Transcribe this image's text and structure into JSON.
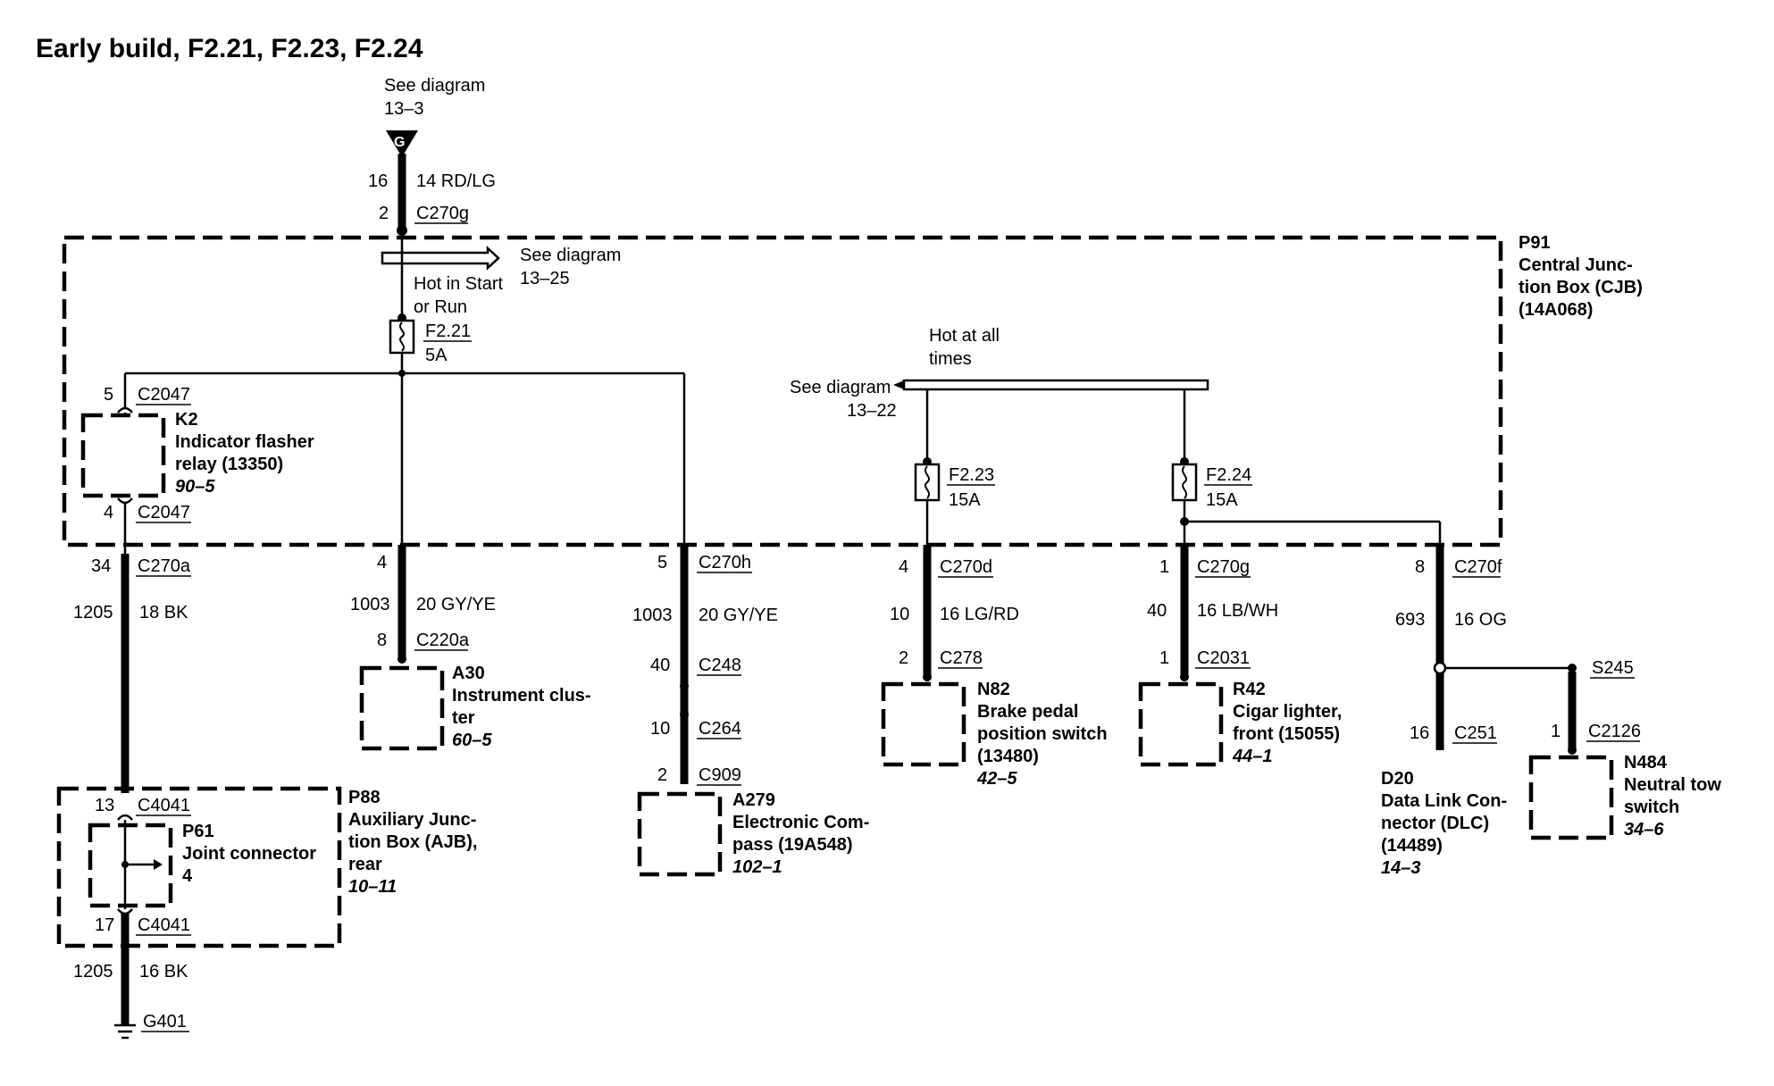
{
  "title": "Early build, F2.21, F2.23, F2.24",
  "top_source": {
    "see": "See diagram",
    "ref": "13–3",
    "symbol": "G",
    "pin": "16",
    "wire": "14 RD/LG",
    "conn_pin": "2",
    "conn": "C270g"
  },
  "cjb": {
    "id": "P91",
    "name1": "Central Junc-",
    "name2": "tion Box (CJB)",
    "part": "(14A068)"
  },
  "see_1325": {
    "see": "See diagram",
    "ref": "13–25"
  },
  "hot_start_run": {
    "l1": "Hot in Start",
    "l2": "or Run"
  },
  "fuse_221": {
    "id": "F2.21",
    "rating": "5A"
  },
  "hot_all": {
    "l1": "Hot at all",
    "l2": "times"
  },
  "see_1322": {
    "see": "See diagram",
    "ref": "13–22"
  },
  "fuse_223": {
    "id": "F2.23",
    "rating": "15A"
  },
  "fuse_224": {
    "id": "F2.24",
    "rating": "15A"
  },
  "k2": {
    "pin_top": "5",
    "conn_top": "C2047",
    "id": "K2",
    "name1": "Indicator flasher",
    "name2": "relay (13350)",
    "ref": "90–5",
    "pin_bot": "4",
    "conn_bot": "C2047"
  },
  "ckt1205": {
    "pin": "34",
    "conn": "C270a",
    "circuit": "1205",
    "wire": "18 BK"
  },
  "p88": {
    "id": "P88",
    "name1": "Auxiliary Junc-",
    "name2": "tion Box (AJB),",
    "name3": "rear",
    "ref": "10–11",
    "pin_top": "13",
    "conn_top": "C4041",
    "pin_bot": "17",
    "conn_bot": "C4041"
  },
  "p61": {
    "id": "P61",
    "name": "Joint connector",
    "num": "4"
  },
  "ground": {
    "circuit": "1205",
    "wire": "16 BK",
    "id": "G401"
  },
  "a30": {
    "pin_top": "4",
    "circuit": "1003",
    "wire": "20 GY/YE",
    "pin": "8",
    "conn": "C220a",
    "id": "A30",
    "name1": "Instrument clus-",
    "name2": "ter",
    "ref": "60–5"
  },
  "a279": {
    "pin_top": "5",
    "conn_top": "C270h",
    "circuit": "1003",
    "wire": "20 GY/YE",
    "pin_c248": "40",
    "conn_c248": "C248",
    "pin_c264": "10",
    "conn_c264": "C264",
    "pin_c909": "2",
    "conn_c909": "C909",
    "id": "A279",
    "name1": "Electronic Com-",
    "name2": "pass (19A548)",
    "ref": "102–1"
  },
  "n82": {
    "pin_top": "4",
    "conn_top": "C270d",
    "circuit": "10",
    "wire": "16 LG/RD",
    "pin": "2",
    "conn": "C278",
    "id": "N82",
    "name1": "Brake pedal",
    "name2": "position switch",
    "name3": "(13480)",
    "ref": "42–5"
  },
  "r42": {
    "pin_top": "1",
    "conn_top": "C270g",
    "circuit": "40",
    "wire": "16 LB/WH",
    "pin": "1",
    "conn": "C2031",
    "id": "R42",
    "name1": "Cigar lighter,",
    "name2": "front (15055)",
    "ref": "44–1"
  },
  "d20": {
    "pin_top": "8",
    "conn_top": "C270f",
    "circuit": "693",
    "wire": "16 OG",
    "pin": "16",
    "conn": "C251",
    "id": "D20",
    "name1": "Data Link Con-",
    "name2": "nector (DLC)",
    "name3": "(14489)",
    "ref": "14–3"
  },
  "s245": {
    "id": "S245"
  },
  "n484": {
    "pin": "1",
    "conn": "C2126",
    "id": "N484",
    "name1": "Neutral tow",
    "name2": "switch",
    "ref": "34–6"
  }
}
